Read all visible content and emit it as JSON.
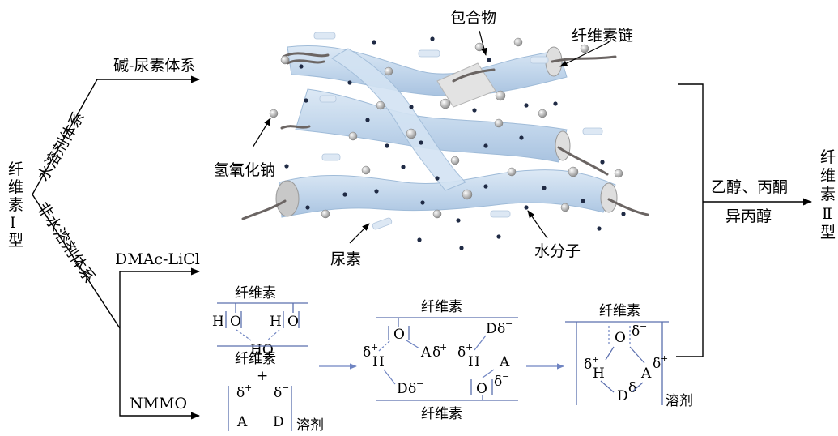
{
  "left": {
    "cellulose_I": [
      "纤",
      "维",
      "素",
      "Ⅰ",
      "型"
    ],
    "aqueous_system": "水溶剂体系",
    "nonaqueous_system": "非水溶剂体系",
    "alkali_urea": "碱-尿素体系",
    "dmac_licl": "DMAc-LiCl",
    "nmmo": "NMMO"
  },
  "top_illustration": {
    "inclusion_compound": "包合物",
    "cellulose_chain": "纤维素链",
    "sodium_hydroxide": "氢氧化钠",
    "urea": "尿素",
    "water_molecule": "水分子"
  },
  "right": {
    "regenerants_line1": "乙醇、丙酮",
    "regenerants_line2": "异丙醇",
    "cellulose_II": [
      "纤",
      "维",
      "素",
      "Ⅱ",
      "型"
    ]
  },
  "mechanism": {
    "cellulose": "纤维素",
    "solvent": "溶剂",
    "plus": "+",
    "H": "H",
    "O": "O",
    "HO": "HO",
    "A": "A",
    "D": "D",
    "delta": "δ",
    "plus_sup": "+",
    "minus_sup": "−"
  },
  "colors": {
    "fiber": "#c9dcef",
    "fiber_edge": "#9fbbd8",
    "line_blue": "#5b6fae",
    "arrow_blue": "#6f84c2",
    "chain": "#6b6563"
  }
}
